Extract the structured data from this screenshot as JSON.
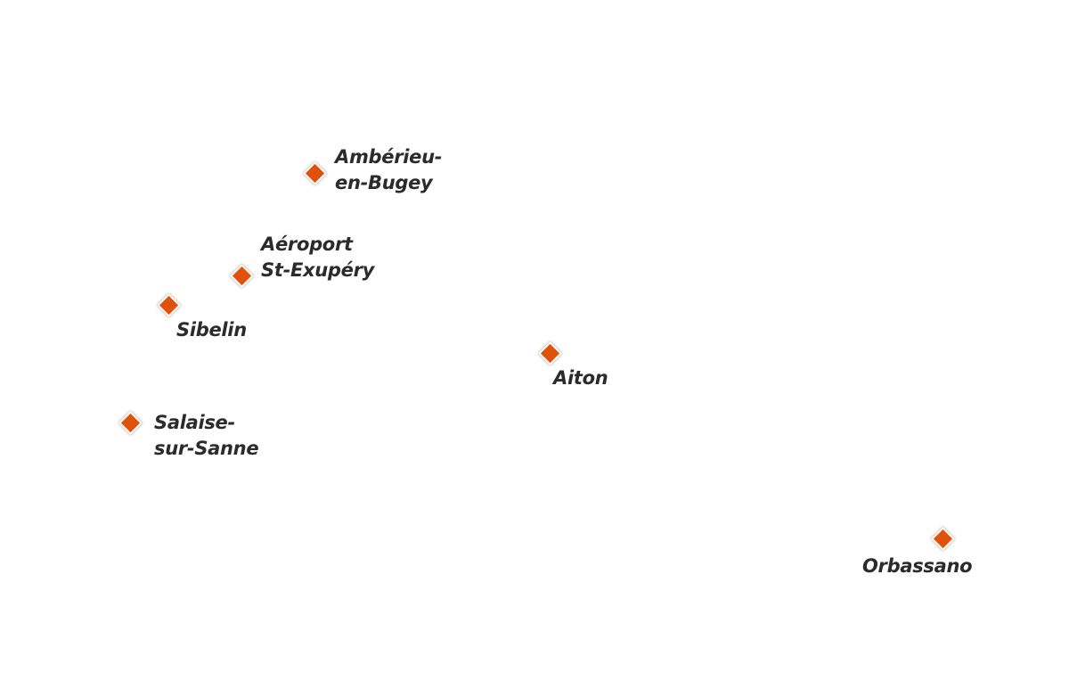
{
  "map": {
    "marker_color": "#e0520c",
    "label_color": "#2b2b2b",
    "marker_icon": "diamond-icon",
    "sites": [
      {
        "id": "amberieu",
        "lines": [
          "Ambérieu-",
          "en-Bugey"
        ]
      },
      {
        "id": "aeroport",
        "lines": [
          "Aéroport",
          "St-Exupéry"
        ]
      },
      {
        "id": "sibelin",
        "lines": [
          "Sibelin"
        ]
      },
      {
        "id": "aiton",
        "lines": [
          "Aiton"
        ]
      },
      {
        "id": "salaise",
        "lines": [
          "Salaise-",
          "sur-Sanne"
        ]
      },
      {
        "id": "orbassano",
        "lines": [
          "Orbassano"
        ]
      }
    ]
  }
}
